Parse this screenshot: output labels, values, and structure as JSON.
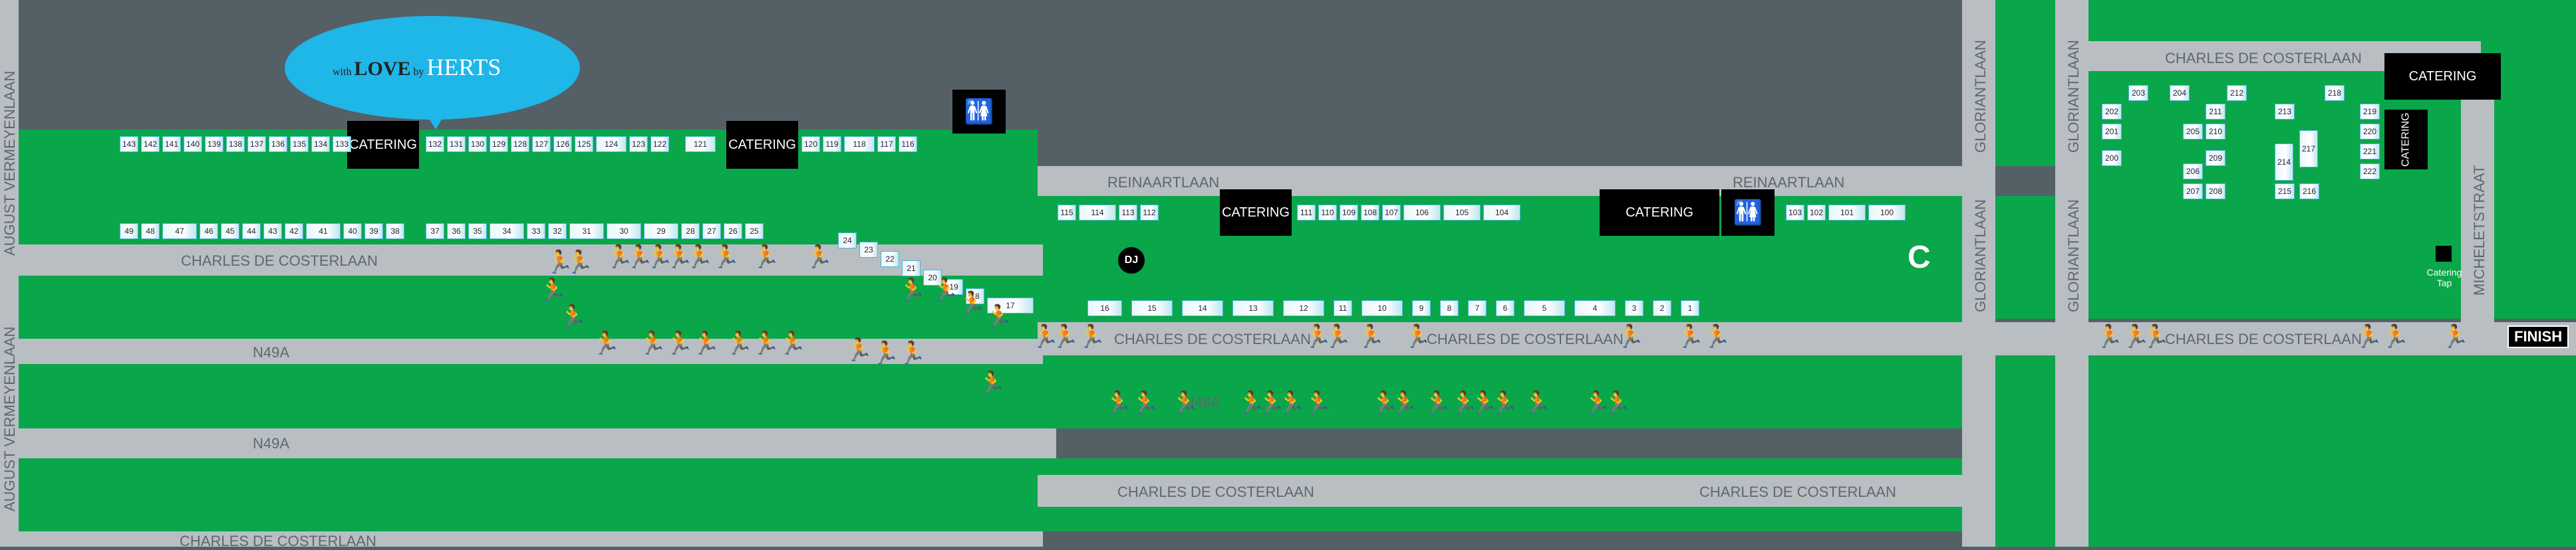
{
  "colors": {
    "grass": "#0aa64a",
    "road": "#b9bec3",
    "runner": "#1763a8",
    "booth_border": "#4bb6d4",
    "bubble": "#1fb6e8"
  },
  "roads": {
    "august_vermeyenlaan": "AUGUST VERMEYENLAAN",
    "charles_de_costerlaan": "CHARLES DE COSTERLAAN",
    "reinaartlaan": "REINAARTLAAN",
    "gloriantlaan": "GLORIANTLAAN",
    "michelstraat": "MICHELETSTRAAT",
    "n49a": "N49A"
  },
  "logo": {
    "pre": "with",
    "big": "LOVE",
    "mid": "by",
    "brand": "HERTS"
  },
  "labels": {
    "catering": "CATERING",
    "finish": "FINISH",
    "dj": "DJ",
    "catering_tap": "Catering Tap",
    "c_icon": "C"
  },
  "booths_top": [
    "143",
    "142",
    "141",
    "140",
    "139",
    "138",
    "137",
    "136",
    "135",
    "134",
    "133",
    "132",
    "131",
    "130",
    "129",
    "128",
    "127",
    "126",
    "125",
    "124",
    "123",
    "122",
    "121",
    "120",
    "119",
    "118",
    "117",
    "116"
  ],
  "booths_row2": [
    "49",
    "48",
    "47",
    "46",
    "45",
    "44",
    "43",
    "42",
    "41",
    "40",
    "39",
    "38",
    "37",
    "36",
    "35",
    "34",
    "33",
    "32",
    "31",
    "30",
    "29",
    "28",
    "27",
    "26",
    "25"
  ],
  "booths_diag": [
    "24",
    "23",
    "22",
    "21",
    "20",
    "19",
    "18",
    "17"
  ],
  "booths_rein": [
    "115",
    "114",
    "113",
    "112",
    "111",
    "110",
    "109",
    "108",
    "107",
    "106",
    "105",
    "104",
    "103",
    "102",
    "101",
    "100"
  ],
  "booths_low": [
    "16",
    "15",
    "14",
    "13",
    "12",
    "11",
    "10",
    "9",
    "8",
    "7",
    "6",
    "5",
    "4",
    "3",
    "2",
    "1"
  ],
  "booths_right": [
    "203",
    "204",
    "212",
    "218",
    "202",
    "201",
    "200",
    "205",
    "206",
    "207",
    "211",
    "210",
    "209",
    "208",
    "213",
    "214",
    "215",
    "217",
    "216",
    "219",
    "220",
    "221",
    "222"
  ]
}
